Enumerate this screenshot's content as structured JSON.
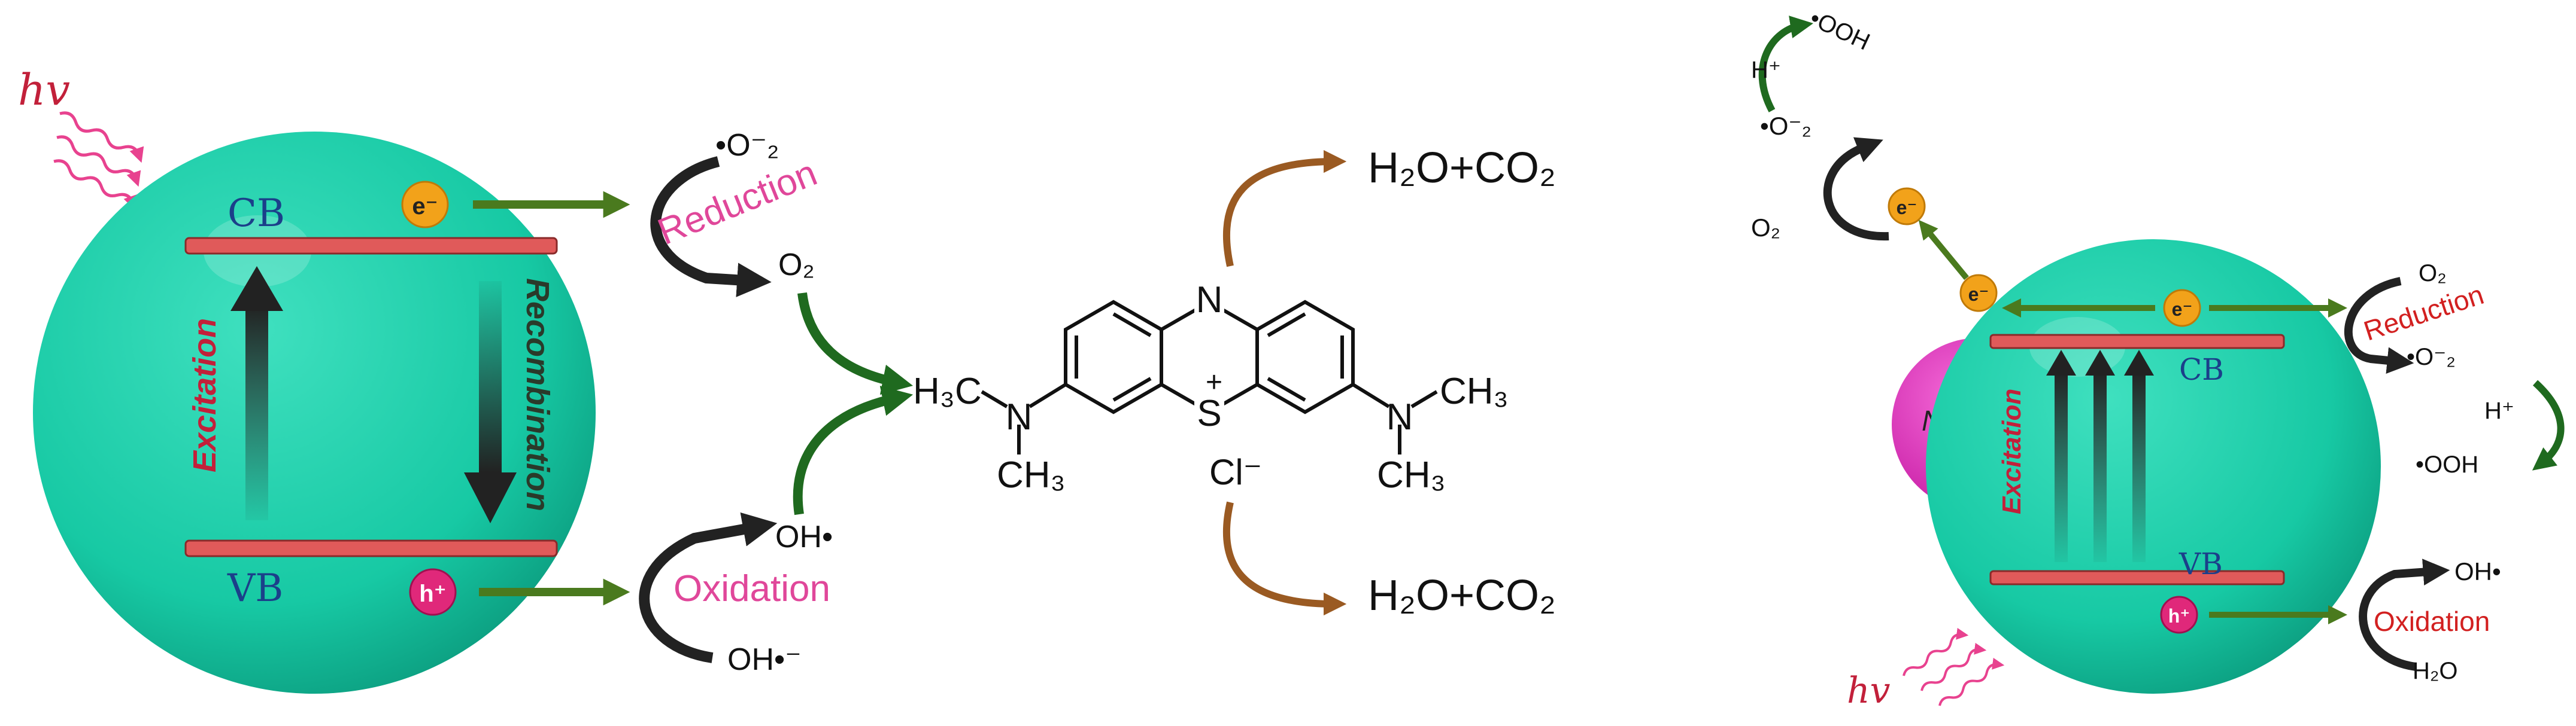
{
  "left_panel": {
    "light": "hv",
    "cb": "CB",
    "vb": "VB",
    "electron": "e⁻",
    "hole": "h⁺",
    "excitation": "Excitation",
    "recombination": "Recombination",
    "reduction": "Reduction",
    "oxidation": "Oxidation",
    "superoxide": "•O⁻₂",
    "oxygen": "O₂",
    "hydroxyl": "OH•",
    "hydroxyl_ion": "OH•⁻"
  },
  "molecule": {
    "left_methyl": "H₃C",
    "right_methyl_top": "CH₃",
    "left_methyl_bottom": "CH₃",
    "right_methyl_bottom": "CH₃",
    "nitrogen": "N",
    "sulfur": "S",
    "plus": "+",
    "chloride": "Cl⁻",
    "product_top": "H₂O+CO₂",
    "product_bottom": "H₂O+CO₂"
  },
  "right_panel": {
    "light": "hv",
    "cb": "CB",
    "vb": "VB",
    "electron": "e⁻",
    "hole": "h⁺",
    "ni": "Ni",
    "excitation": "Excitation",
    "reduction": "Reduction",
    "oxidation": "Oxidation",
    "h_plus_top": "H⁺",
    "ooh_top": "•OOH",
    "superoxide_top": "•O⁻₂",
    "o2_top": "O₂",
    "o2_right": "O₂",
    "superoxide_right": "•O⁻₂",
    "h_plus_right": "H⁺",
    "ooh_right": "•OOH",
    "oh_right": "OH•",
    "water": "H₂O"
  },
  "colors": {
    "sphere": "#17c9a4",
    "sphere_dark": "#0fa98a",
    "band": "#e05a5a",
    "green_arrow": "#4a7a1e",
    "dark_arrow": "#222222",
    "brown_arrow": "#9a5a22",
    "pink_text": "#e0479a",
    "red_text": "#d22020",
    "electron": "#f2a21a",
    "hole": "#e0287a",
    "ni": "#e530c0",
    "band_label": "#1b3f8a"
  }
}
